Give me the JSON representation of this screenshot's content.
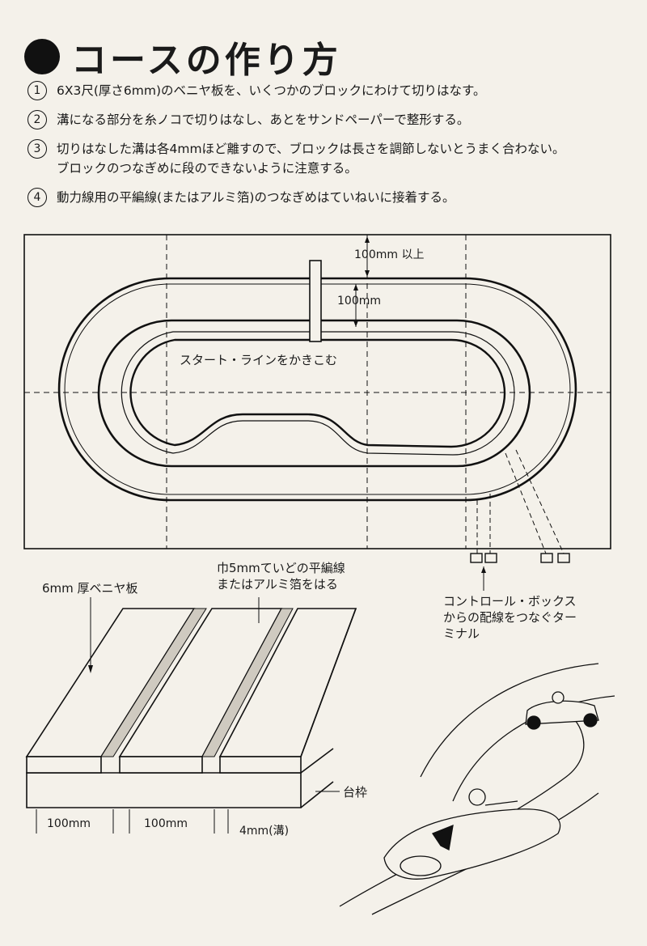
{
  "heading": {
    "title": "コースの作り方"
  },
  "steps": [
    {
      "num": "1",
      "lines": [
        "6X3尺(厚さ6mm)のベニヤ板を、いくつかのブロックにわけて切りはなす。"
      ]
    },
    {
      "num": "2",
      "lines": [
        "溝になる部分を糸ノコで切りはなし、あとをサンドペーパーで整形する。"
      ]
    },
    {
      "num": "3",
      "lines": [
        "切りはなした溝は各4mmほど離すので、ブロックは長さを調節しないとうまく合わない。",
        "ブロックのつなぎめに段のできないように注意する。"
      ]
    },
    {
      "num": "4",
      "lines": [
        "動力線用の平編線(またはアルミ箔)のつなぎめはていねいに接着する。"
      ]
    }
  ],
  "plan": {
    "dim_top": "100mm 以上",
    "dim_lane": "100mm",
    "start_line": "スタート・ラインをかきこむ",
    "terminal": [
      "コントロール・ボックス",
      "からの配線をつなぐター",
      "ミナル"
    ]
  },
  "section": {
    "plywood": "6mm 厚ベニヤ板",
    "wire": [
      "巾5mmていどの平編線",
      "またはアルミ箔をはる"
    ],
    "base": "台枠",
    "dim1": "100mm",
    "dim2": "100mm",
    "dim3": "4mm(溝)"
  }
}
